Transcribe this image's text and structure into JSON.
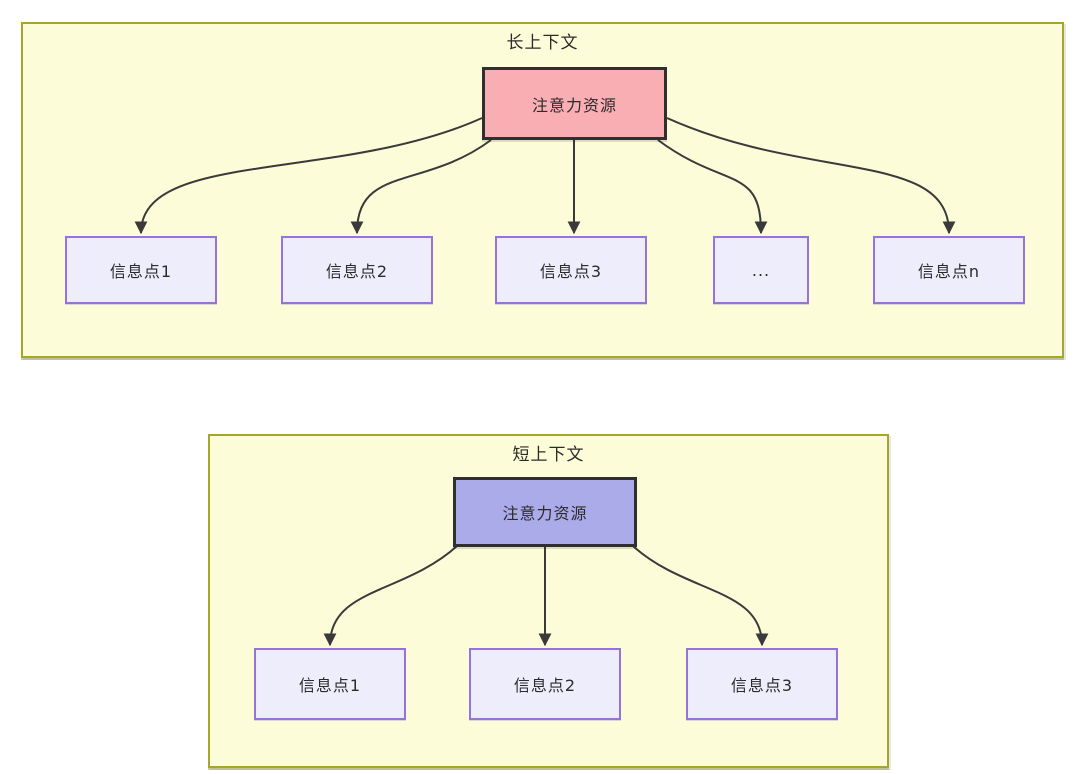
{
  "diagram": {
    "long": {
      "title": "长上下文",
      "root": {
        "label": "注意力资源"
      },
      "children": [
        {
          "label": "信息点1"
        },
        {
          "label": "信息点2"
        },
        {
          "label": "信息点3"
        },
        {
          "label": "..."
        },
        {
          "label": "信息点n"
        }
      ]
    },
    "short": {
      "title": "短上下文",
      "root": {
        "label": "注意力资源"
      },
      "children": [
        {
          "label": "信息点1"
        },
        {
          "label": "信息点2"
        },
        {
          "label": "信息点3"
        }
      ]
    }
  },
  "colors": {
    "container_fill": "#fcfcd9",
    "container_border": "#a6a62c",
    "long_root_fill": "#f9aeb4",
    "short_root_fill": "#ababea",
    "node_fill": "#ededfc",
    "node_border": "#9673da",
    "root_border": "#2f2f2f",
    "arrow_color": "#3a3a3a",
    "text_color": "#2b2b2b"
  }
}
